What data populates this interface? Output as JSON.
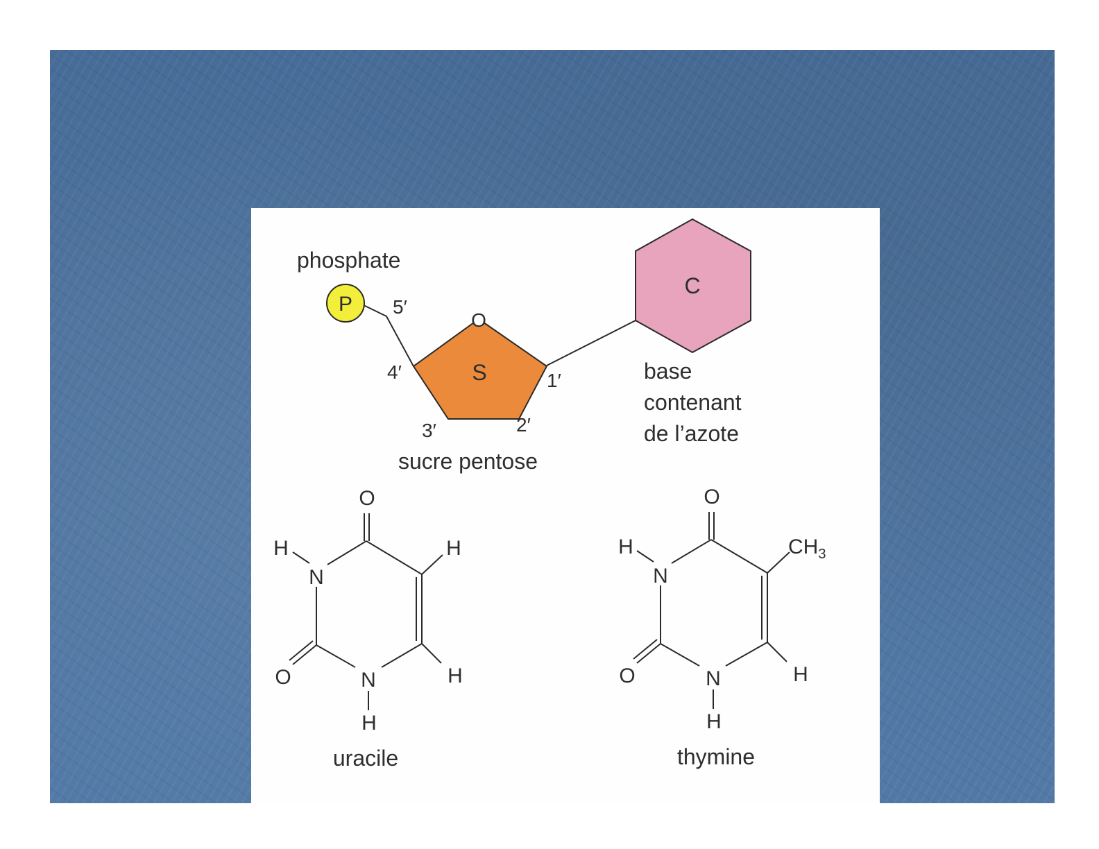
{
  "nucleotide": {
    "phosphate_label": "phosphate",
    "phosphate_symbol": "P",
    "sugar_symbol": "S",
    "sugar_oxygen": "O",
    "sugar_label": "sucre pentose",
    "base_symbol": "C",
    "base_label_line1": "base",
    "base_label_line2": "contenant",
    "base_label_line3": "de l’azote",
    "carbon_5": "5′",
    "carbon_4": "4′",
    "carbon_3": "3′",
    "carbon_2": "2′",
    "carbon_1": "1′"
  },
  "uracil": {
    "name": "uracile",
    "o_top": "O",
    "o_left": "O",
    "n1": "N",
    "n3": "N",
    "h_n1": "H",
    "h_n3": "H",
    "h_c5": "H",
    "h_c6": "H"
  },
  "thymine": {
    "name": "thymine",
    "o_top": "O",
    "o_left": "O",
    "n1": "N",
    "n3": "N",
    "h_n1": "H",
    "h_n3": "H",
    "h_c6": "H",
    "methyl": "CH",
    "methyl_sub": "3"
  },
  "colors": {
    "phosphate_fill": "#f2ee3a",
    "sugar_fill": "#ec8a3c",
    "base_fill": "#e8a3bd",
    "slide_background": "#4a6f9b"
  }
}
